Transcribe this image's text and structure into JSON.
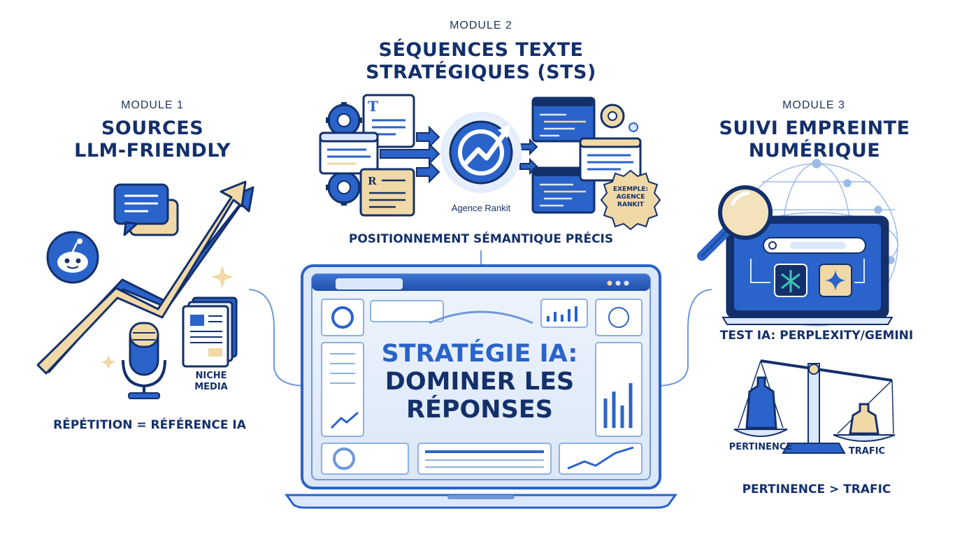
{
  "module1": {
    "label": "MODULE 1",
    "title_line1": "SOURCES",
    "title_line2": "LLM-FRIENDLY",
    "niche_line1": "NICHE",
    "niche_line2": "MEDIA",
    "caption": "RÉPÉTITION = RÉFÉRENCE IA"
  },
  "module2": {
    "label": "MODULE 2",
    "title_line1": "SÉQUENCES TEXTE",
    "title_line2": "STRATÉGIQUES (STS)",
    "doc_letter_t": "T",
    "doc_letter_r": "R",
    "agency_label": "Agence Rankit",
    "badge_line1": "EXEMPLE:",
    "badge_line2": "AGENCE",
    "badge_line3": "RANKIT",
    "caption": "POSITIONNEMENT SÉMANTIQUE PRÉCIS"
  },
  "module3": {
    "label": "MODULE 3",
    "title_line1": "SUIVI EMPREINTE",
    "title_line2": "NUMÉRIQUE",
    "caption_test": "TEST IA: PERPLEXITY/GEMINI",
    "scale_left": "PERTINENCE",
    "scale_right": "TRAFIC",
    "caption": "PERTINENCE > TRAFIC"
  },
  "center": {
    "title_line1": "STRATÉGIE IA:",
    "title_line2": "DOMINER LES",
    "title_line3": "RÉPONSES"
  },
  "colors": {
    "navy": "#14306b",
    "blue": "#2a63c9",
    "gold": "#e9cf96",
    "light_blue": "#dbe8fb"
  }
}
